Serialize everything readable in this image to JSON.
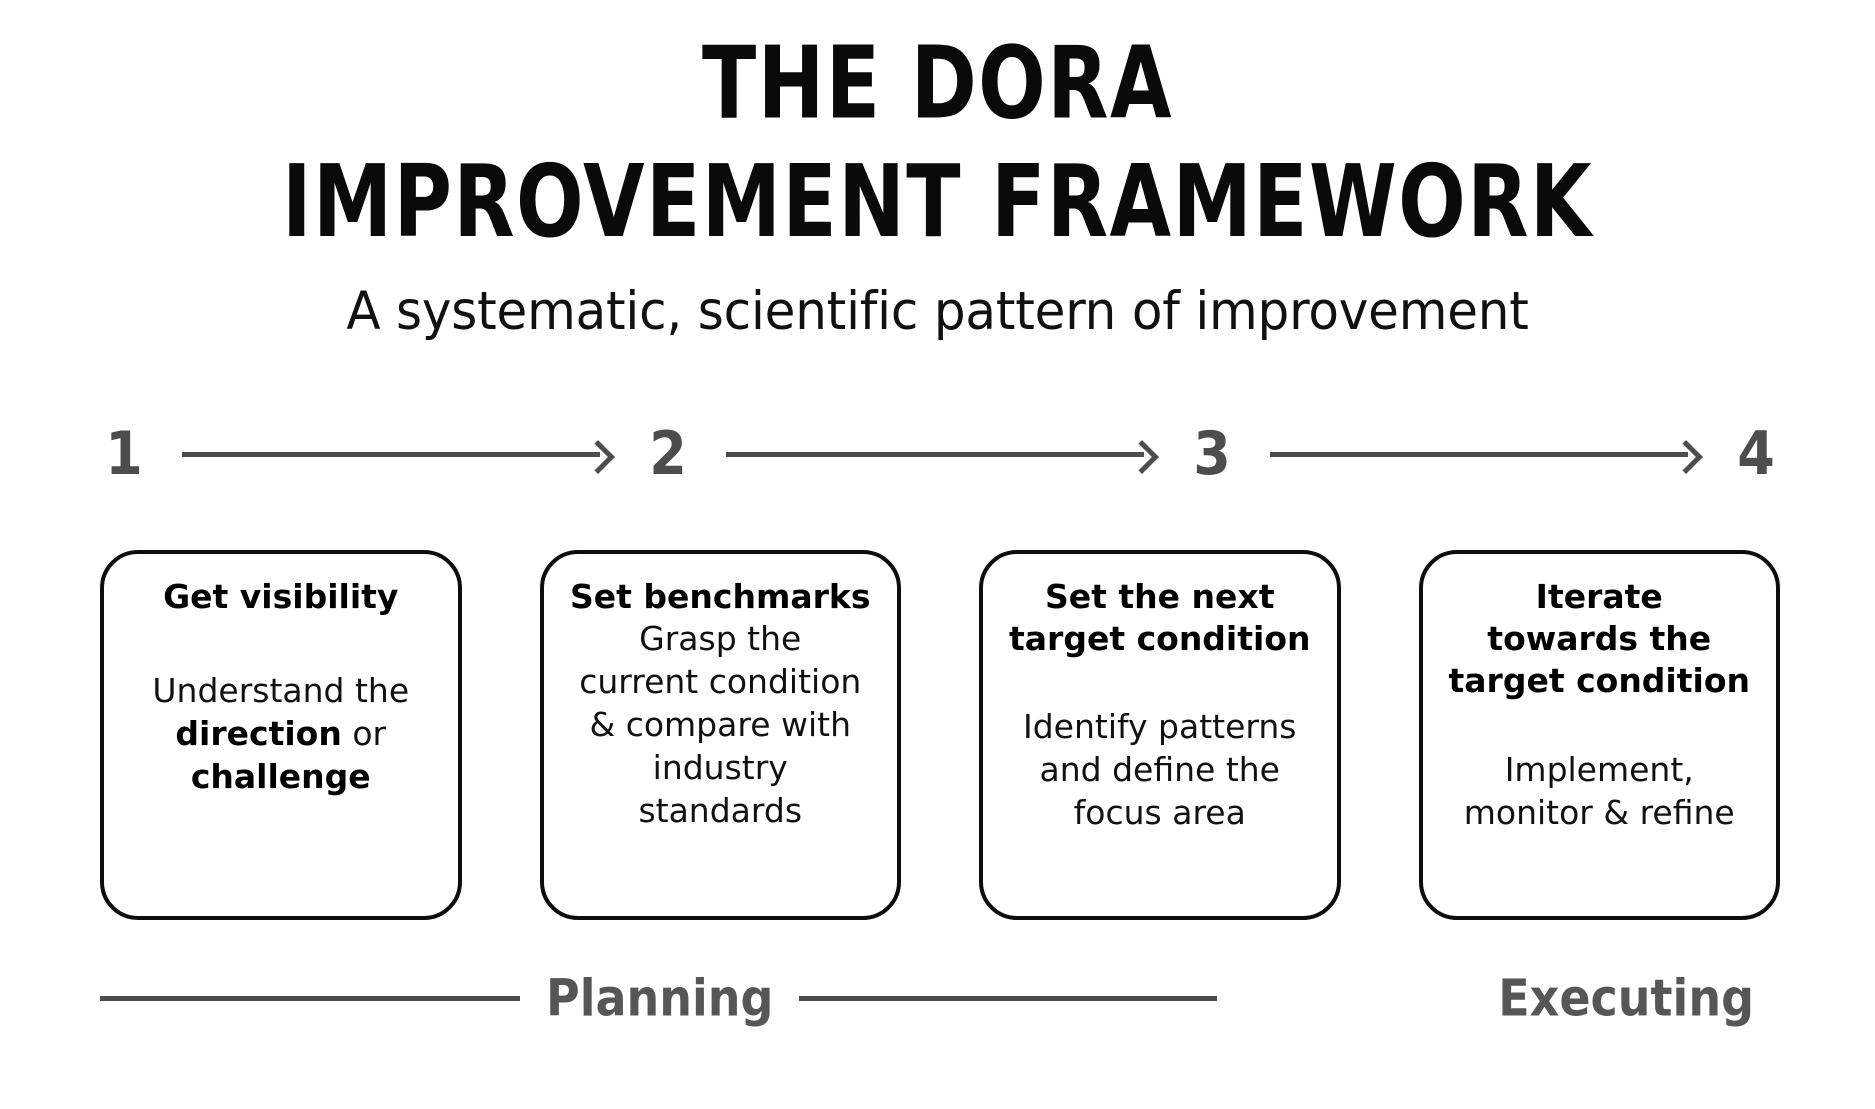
{
  "header": {
    "title": "THE DORA\nIMPROVEMENT FRAMEWORK",
    "subtitle": "A systematic, scientific pattern of improvement"
  },
  "steps": [
    {
      "number": "1"
    },
    {
      "number": "2"
    },
    {
      "number": "3"
    },
    {
      "number": "4"
    }
  ],
  "cards": [
    {
      "heading": "Get visibility",
      "body_prefix": "Understand the\n",
      "bold_1": "direction",
      "body_mid": " or\n",
      "bold_2": "challenge",
      "body_suffix": ""
    },
    {
      "heading": "Set benchmarks",
      "body": "Grasp the\ncurrent condition\n& compare with\nindustry\nstandards"
    },
    {
      "heading": "Set the next\ntarget condition",
      "body": "Identify patterns\nand define the\nfocus area"
    },
    {
      "heading": "Iterate\ntowards the\ntarget condition",
      "body": "Implement,\nmonitor & refine"
    }
  ],
  "phases": {
    "planning_label": "Planning",
    "executing_label": "Executing"
  },
  "colors": {
    "accent_gray": "#4d4d4d",
    "phase_label_gray": "#565656",
    "card_border": "#0d0d0d",
    "text_black": "#000000",
    "background": "#ffffff"
  }
}
